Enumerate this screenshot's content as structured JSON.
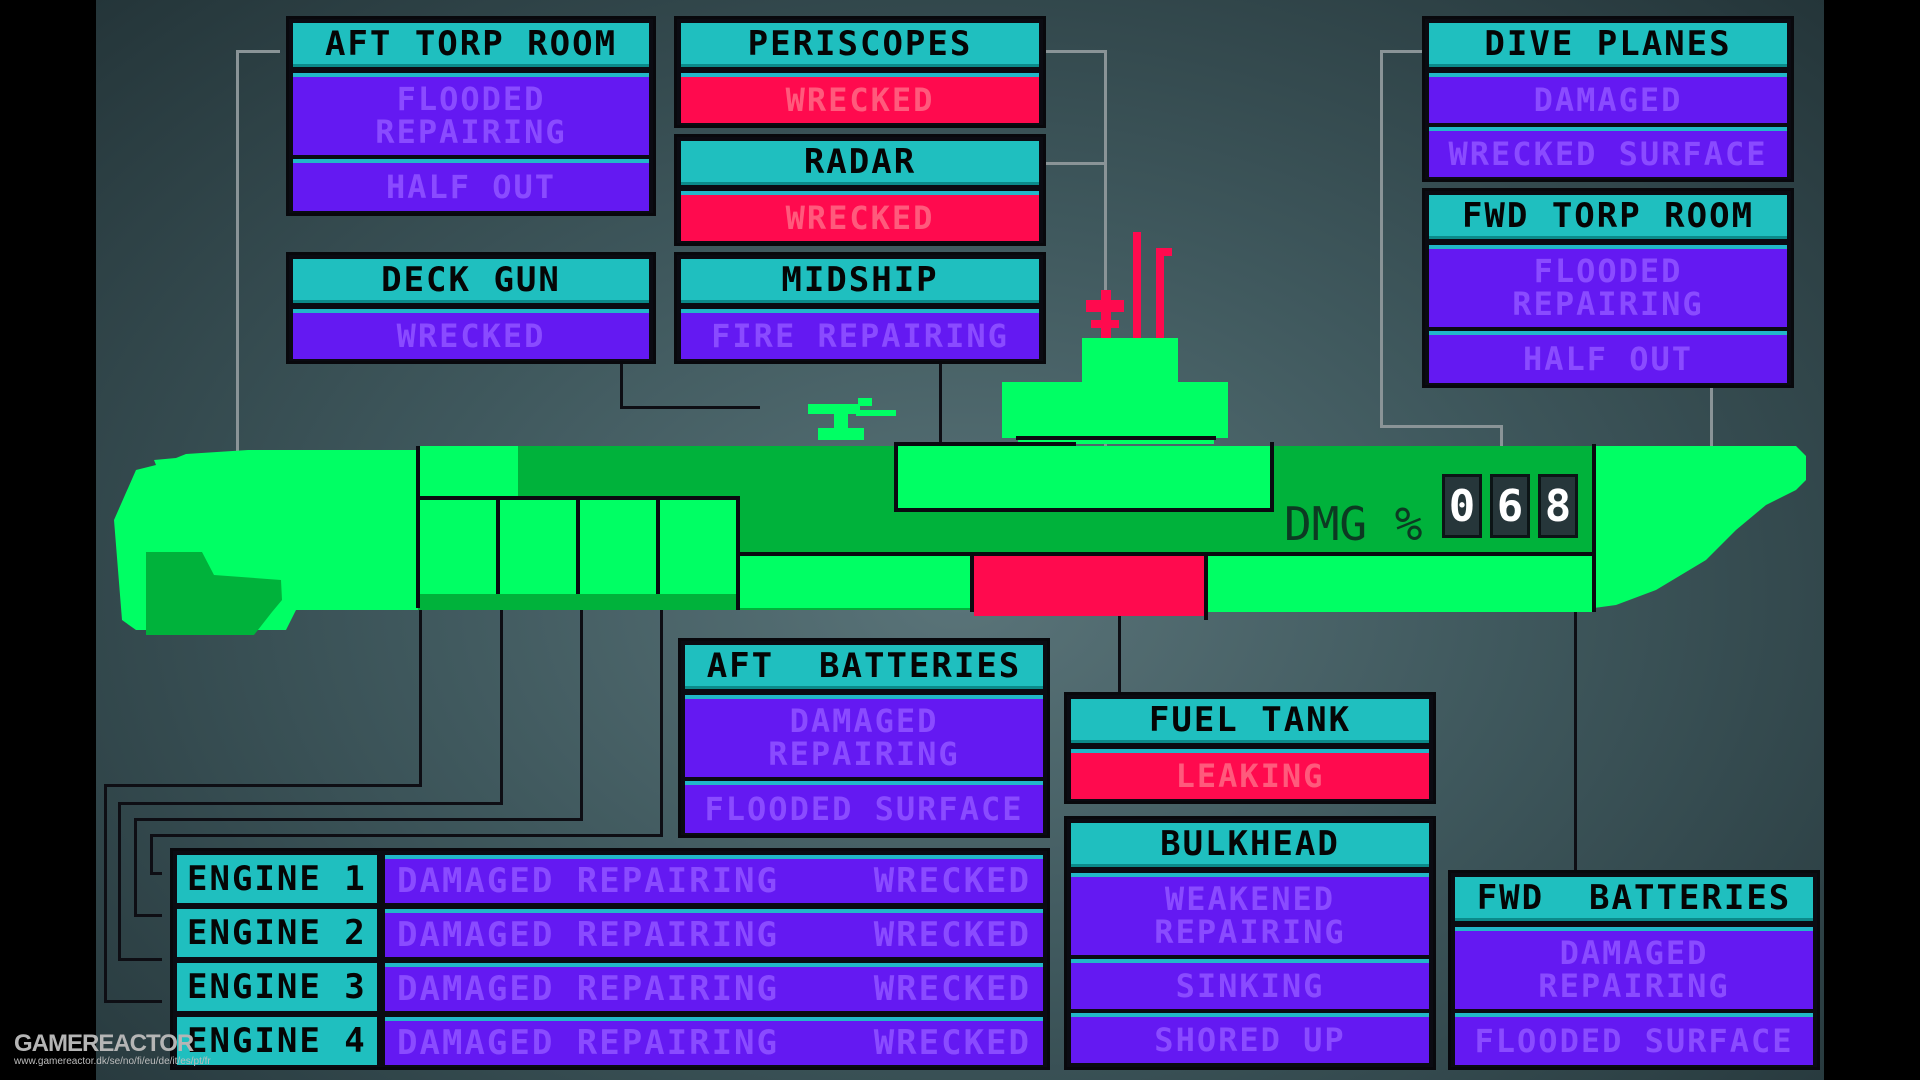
{
  "panels": {
    "aft_torp": {
      "title": "AFT TORP ROOM",
      "line1": "FLOODED\nREPAIRING",
      "line2": "HALF OUT"
    },
    "periscopes": {
      "title": "PERISCOPES",
      "status": "WRECKED"
    },
    "radar": {
      "title": "RADAR",
      "status": "WRECKED"
    },
    "deck_gun": {
      "title": "DECK GUN",
      "status": "WRECKED"
    },
    "midship": {
      "title": "MIDSHIP",
      "status": "FIRE REPAIRING"
    },
    "dive_planes": {
      "title": "DIVE PLANES",
      "line1": "DAMAGED",
      "line2": "WRECKED SURFACE"
    },
    "fwd_torp": {
      "title": "FWD TORP ROOM",
      "line1": "FLOODED\nREPAIRING",
      "line2": "HALF OUT"
    },
    "aft_batteries": {
      "title": "AFT  BATTERIES",
      "line1": "DAMAGED\nREPAIRING",
      "line2": "FLOODED SURFACE"
    },
    "fuel_tank": {
      "title": "FUEL TANK",
      "status": "LEAKING"
    },
    "bulkhead": {
      "title": "BULKHEAD",
      "line1": "WEAKENED\nREPAIRING",
      "line2": "SINKING",
      "line3": "SHORED UP"
    },
    "fwd_batteries": {
      "title": "FWD  BATTERIES",
      "line1": "DAMAGED\nREPAIRING",
      "line2": "FLOODED SURFACE"
    }
  },
  "engines": [
    {
      "label": "ENGINE 1",
      "status": "DAMAGED REPAIRING",
      "status2": "WRECKED"
    },
    {
      "label": "ENGINE 2",
      "status": "DAMAGED REPAIRING",
      "status2": "WRECKED"
    },
    {
      "label": "ENGINE 3",
      "status": "DAMAGED REPAIRING",
      "status2": "WRECKED"
    },
    {
      "label": "ENGINE 4",
      "status": "DAMAGED REPAIRING",
      "status2": "WRECKED"
    }
  ],
  "damage": {
    "label": "DMG %",
    "digits": [
      "0",
      "6",
      "8"
    ]
  },
  "watermark": {
    "logo": "GAMEREACTOR",
    "url": "www.gamereactor.dk/se/no/fi/eu/de/it/es/pt/fr"
  },
  "colors": {
    "hull_light": "#00ff64",
    "hull_dark": "#00b23b",
    "damaged_red": "#ff0a4e",
    "header_cyan": "#1fbfbf",
    "status_purple": "#6419f2"
  }
}
